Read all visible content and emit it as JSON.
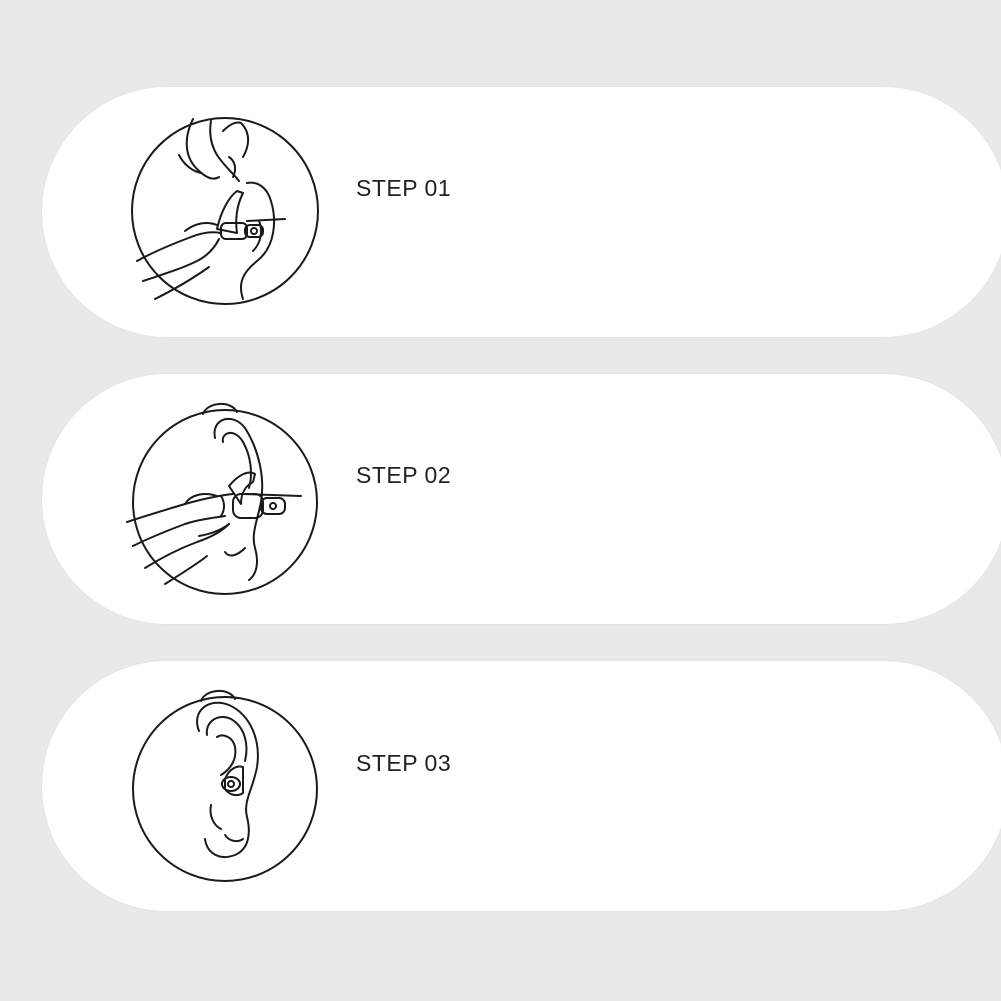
{
  "steps": [
    {
      "label": "STEP 01",
      "illustration": "pinch-earplug-icon"
    },
    {
      "label": "STEP 02",
      "illustration": "insert-earplug-icon"
    },
    {
      "label": "STEP 03",
      "illustration": "earplug-in-ear-icon"
    }
  ],
  "colors": {
    "background": "#e9e9e9",
    "card": "#ffffff",
    "line": "#1a1a1a",
    "text": "#222222"
  }
}
